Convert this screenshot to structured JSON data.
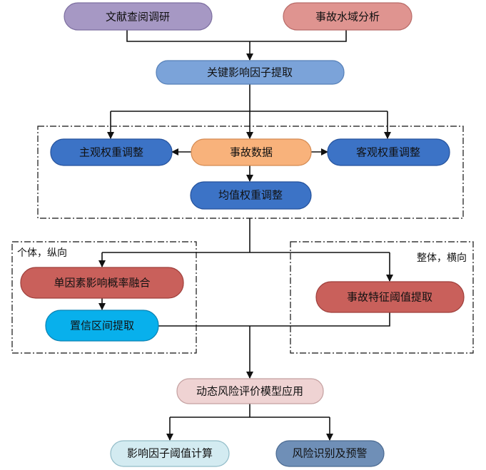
{
  "nodes": {
    "literature_review": {
      "label": "文献查阅调研",
      "fill": "#a698c4",
      "stroke": "#7d6fa0"
    },
    "accident_waters": {
      "label": "事故水域分析",
      "fill": "#df9490",
      "stroke": "#b86b68"
    },
    "key_factor": {
      "label": "关键影响因子提取",
      "fill": "#7ba3d9",
      "stroke": "#5680b8"
    },
    "subjective_weight": {
      "label": "主观权重调整",
      "fill": "#3c73c6",
      "stroke": "#25529c"
    },
    "accident_data": {
      "label": "事故数据",
      "fill": "#f8b27b",
      "stroke": "#d48a52"
    },
    "objective_weight": {
      "label": "客观权重调整",
      "fill": "#3c73c6",
      "stroke": "#25529c"
    },
    "mean_weight": {
      "label": "均值权重调整",
      "fill": "#3c73c6",
      "stroke": "#25529c"
    },
    "single_factor_fusion": {
      "label": "单因素影响概率融合",
      "fill": "#c9605b",
      "stroke": "#9e3f3b"
    },
    "confidence_interval": {
      "label": "置信区间提取",
      "fill": "#08b0ec",
      "stroke": "#0a82b3"
    },
    "accident_threshold": {
      "label": "事故特征阈值提取",
      "fill": "#c9605b",
      "stroke": "#9e3f3b"
    },
    "dynamic_risk_model": {
      "label": "动态风险评价模型应用",
      "fill": "#efd3d3",
      "stroke": "#c4a0a0"
    },
    "factor_threshold_calc": {
      "label": "影响因子阈值计算",
      "fill": "#d3ebf1",
      "stroke": "#92bcc8"
    },
    "risk_warning": {
      "label": "风险识别及预警",
      "fill": "#6f8fb7",
      "stroke": "#4b6a91"
    }
  },
  "regions": {
    "individual_longitudinal": {
      "label": "个体，纵向"
    },
    "overall_transverse": {
      "label": "整体，横向"
    }
  },
  "colors": {
    "line": "#111111",
    "dash_border": "#111111"
  }
}
